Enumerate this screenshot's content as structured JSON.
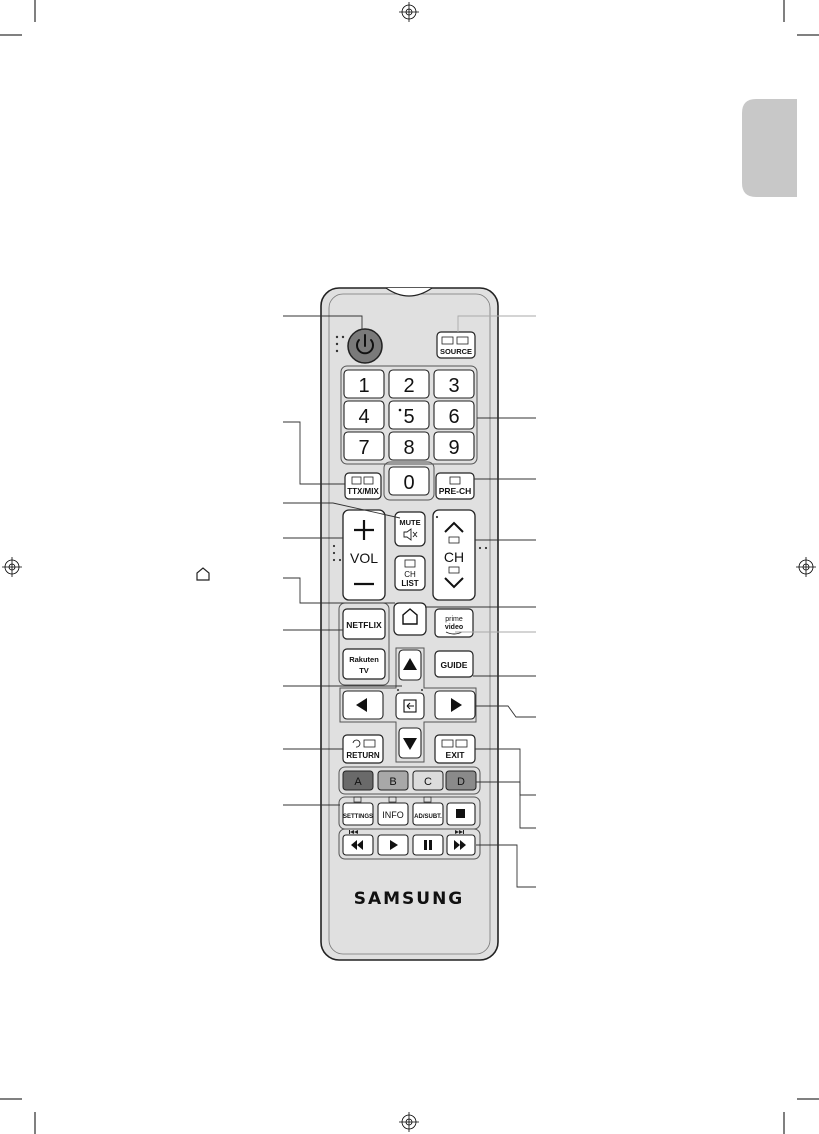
{
  "tab_color": "#c8c8c8",
  "remote_color": "#e0e0e0",
  "power_color": "#7a7a7a",
  "color_keys": {
    "a": {
      "label": "A",
      "color": "#6a6a6a"
    },
    "b": {
      "label": "B",
      "color": "#a8a8a8"
    },
    "c": {
      "label": "C",
      "color": "#dcdcdc"
    },
    "d": {
      "label": "D",
      "color": "#8a8a8a"
    }
  },
  "buttons": {
    "source": "SOURCE",
    "num_1": "1",
    "num_2": "2",
    "num_3": "3",
    "num_4": "4",
    "num_5": "5",
    "num_6": "6",
    "num_7": "7",
    "num_8": "8",
    "num_9": "9",
    "num_0": "0",
    "ttx": "TTX/MIX",
    "prech": "PRE-CH",
    "mute": "MUTE",
    "vol": "VOL",
    "ch": "CH",
    "chlist_1": "CH",
    "chlist_2": "LIST",
    "netflix": "NETFLIX",
    "prime_1": "prime",
    "prime_2": "video",
    "rakuten_1": "Rakuten",
    "rakuten_2": "TV",
    "guide": "GUIDE",
    "return": "RETURN",
    "exit": "EXIT",
    "settings": "SETTINGS",
    "info": "INFO",
    "adsubt": "AD/SUBT."
  },
  "brand": "SAMSUNG"
}
